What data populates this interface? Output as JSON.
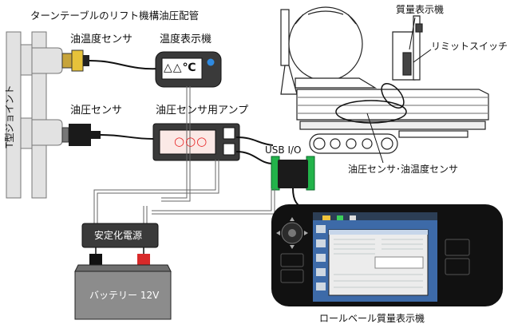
{
  "title": "ターンテーブルのリフト機構油圧配管",
  "labels": {
    "t_joint": "T型ジョイント",
    "oil_temp_sensor": "油温度センサ",
    "temp_display": "温度表示機",
    "temp_display_screen": "△△℃",
    "oil_pressure_sensor": "油圧センサ",
    "amp": "油圧センサ用アンプ",
    "amp_display": "○○○",
    "usb_io": "USB I/O",
    "power_stabilizer": "安定化電源",
    "battery": "バッテリー 12V",
    "weight_display": "質量表示機",
    "limit_switch": "リミットスイッチ",
    "sensors_on_machine": "油圧センサ･油温度センサ",
    "roll_bale_display": "ロールベール質量表示機"
  },
  "colors": {
    "panel": "#3a3a3a",
    "amp_screen": "#fbe9e6",
    "amp_digits": "#e8292a",
    "usb_green": "#22b34a",
    "battery_body": "#8c8c8c",
    "terminal_red": "#d82a2a",
    "dark": "#141414",
    "brass": "#e6c23a"
  }
}
